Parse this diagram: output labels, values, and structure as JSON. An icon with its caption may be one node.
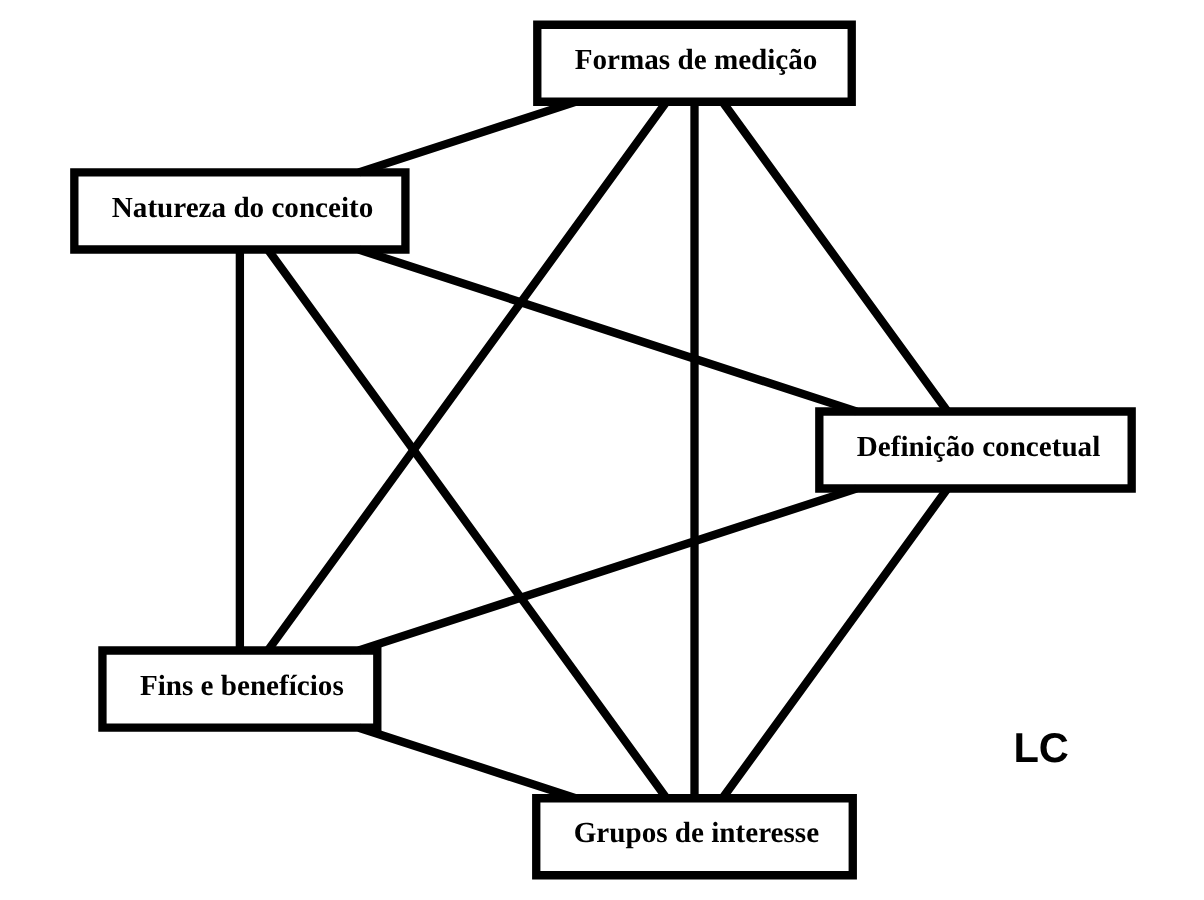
{
  "diagram": {
    "nodes": [
      {
        "text": [
          "Grupos de interesse"
        ]
      },
      {
        "text": [
          "Definição concetual"
        ]
      },
      {
        "text": [
          "Natureza do conceito"
        ]
      },
      {
        "text": [
          "Formas de medição"
        ]
      },
      {
        "text": [
          "Fins e benefícios"
        ]
      }
    ],
    "edges": [
      {
        "from": 0,
        "to": 1,
        "arrow": "none"
      },
      {
        "from": 0,
        "to": 2,
        "arrow": "none"
      },
      {
        "from": 0,
        "to": 3,
        "arrow": "none"
      },
      {
        "from": 0,
        "to": 4,
        "arrow": "none"
      },
      {
        "from": 1,
        "to": 2,
        "arrow": "none"
      },
      {
        "from": 1,
        "to": 3,
        "arrow": "none"
      },
      {
        "from": 1,
        "to": 4,
        "arrow": "none"
      },
      {
        "from": 2,
        "to": 3,
        "arrow": "none"
      },
      {
        "from": 2,
        "to": 4,
        "arrow": "none"
      },
      {
        "from": 3,
        "to": 4,
        "arrow": "none"
      }
    ],
    "labels": [
      "LC"
    ]
  }
}
